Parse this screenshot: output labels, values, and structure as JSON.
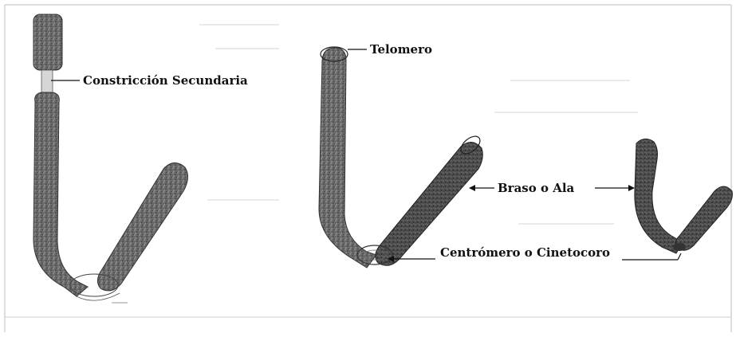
{
  "labels": {
    "secondary_constriction": "Constricción Secundaria",
    "telomere": "Telomero",
    "arm": "Braso o Ala",
    "centromere": "Centrómero o Cinetocoro"
  },
  "colors": {
    "chromatid_fill": "#6e6e6e",
    "chromatid_dark": "#3f3f3f",
    "outline": "#222222",
    "background": "#ffffff",
    "frame_border": "#cfcfcf"
  }
}
